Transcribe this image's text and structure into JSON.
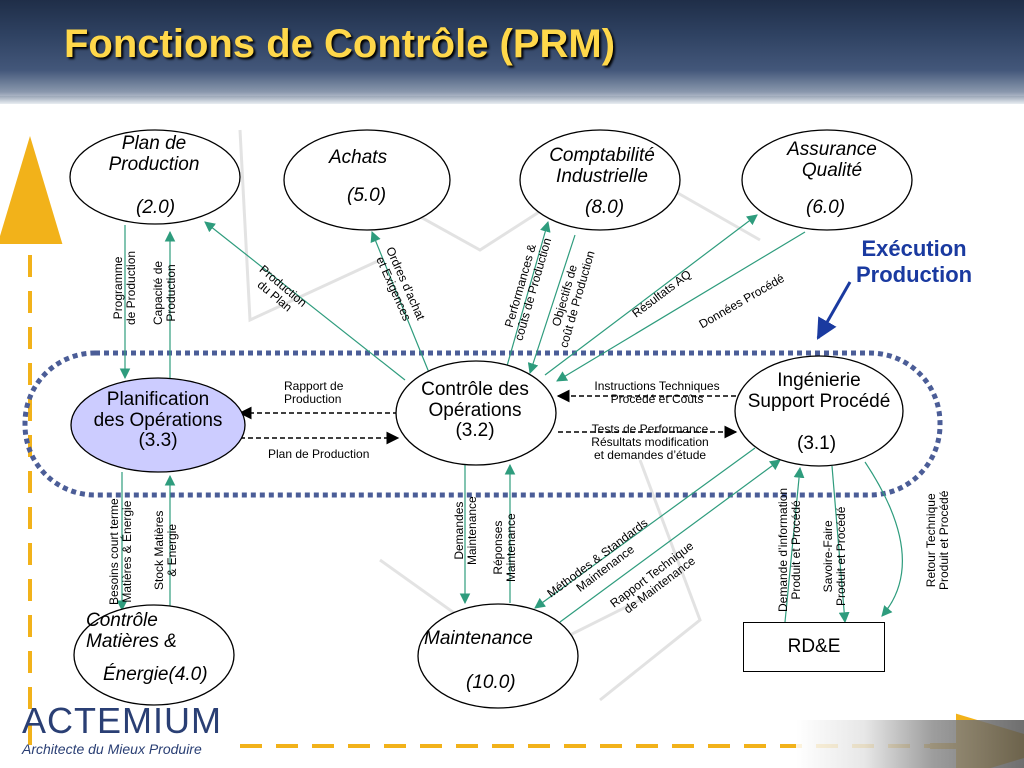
{
  "slide": {
    "title": "Fonctions de Contrôle (PRM)"
  },
  "nodes": {
    "plan_production": {
      "lines": [
        "Plan de",
        "Production"
      ],
      "number": "(2.0)"
    },
    "achats": {
      "lines": [
        "Achats"
      ],
      "number": "(5.0)"
    },
    "comptabilite": {
      "lines": [
        "Comptabilité",
        "Industrielle"
      ],
      "number": "(8.0)"
    },
    "assurance": {
      "lines": [
        "Assurance",
        "Qualité"
      ],
      "number": "(6.0)"
    },
    "planification": {
      "lines": [
        "Planification",
        "des Opérations"
      ],
      "number": "(3.3)"
    },
    "controle_operations": {
      "lines": [
        "Contrôle des",
        "Opérations"
      ],
      "number": "(3.2)"
    },
    "ingenierie": {
      "lines": [
        "Ingénierie",
        "Support Procédé"
      ],
      "number": "(3.1)"
    },
    "controle_matieres": {
      "lines": [
        "Contrôle",
        "Matières &"
      ],
      "line3": "Énergie",
      "number": "(4.0)"
    },
    "maintenance": {
      "lines": [
        "Maintenance"
      ],
      "number": "(10.0)"
    },
    "rde": {
      "label": "RD&E"
    }
  },
  "execution_label": {
    "lines": [
      "Exécution",
      "Production"
    ]
  },
  "flows": {
    "programme": [
      "Programme",
      "de Production"
    ],
    "capacite": [
      "Capacité de",
      "Production"
    ],
    "production_plan": [
      "Production",
      "du Plan"
    ],
    "ordres": [
      "Ordres d’achat",
      "et Exigences"
    ],
    "performances": [
      "Performances &",
      "coûts de Production"
    ],
    "objectifs": [
      "Objectifs de",
      "coût de Production"
    ],
    "resultats_aq": [
      "Résultats AQ"
    ],
    "donnees": [
      "Données Procédé"
    ],
    "rapport": [
      "Rapport  de",
      "Production"
    ],
    "plan_de_production": [
      "Plan de Production"
    ],
    "instructions": [
      "Instructions Techniques",
      "Procédé et Coûts"
    ],
    "tests": [
      "Tests de Performance",
      "Résultats modification",
      "et demandes d’étude"
    ],
    "besoins": [
      "Besoins court terme",
      "Matières & Énergie"
    ],
    "stock": [
      "Stock Matières",
      "& Energie"
    ],
    "demandes": [
      "Demandes",
      "Maintenance"
    ],
    "reponses": [
      "Réponses",
      "Maintenance"
    ],
    "methodes": [
      "Méthodes & Standards",
      "Maintenance"
    ],
    "rapport_tech": [
      "Rapport Technique",
      "de Maintenance"
    ],
    "demande_info": [
      "Demande d’information",
      "Produit et Procédé"
    ],
    "savoir": [
      "Savoire-Faire",
      "Produit et Procédé"
    ],
    "retour": [
      "Retour Technique",
      "Produit et Procédé"
    ]
  },
  "logo": {
    "name": "ACTEMIUM",
    "tagline": "Architecte du Mieux Produire"
  },
  "colors": {
    "title": "#ffd84a",
    "arrow": "#2e9c7d",
    "dotted_band": "#4b5d97",
    "planification_fill": "#ccccff",
    "execution_text": "#1a3aa0",
    "dash_orange": "#f2b21a"
  }
}
